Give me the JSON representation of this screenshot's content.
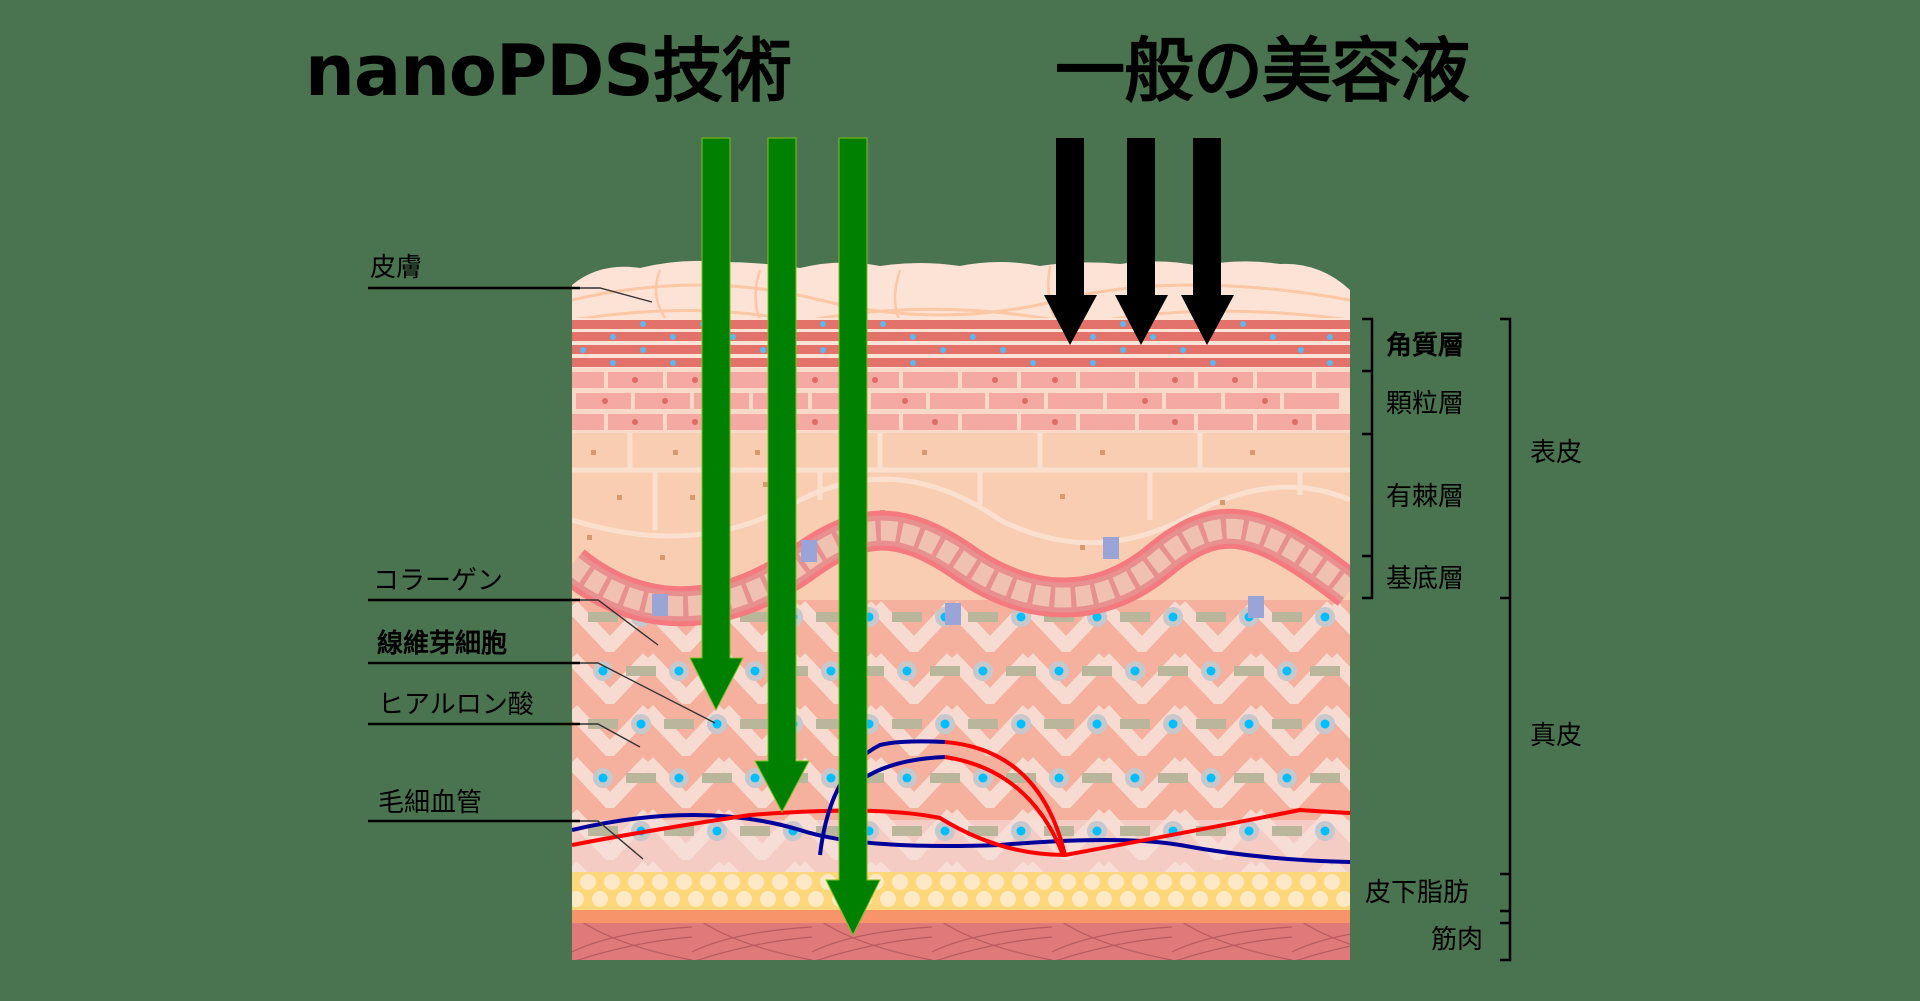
{
  "titles": {
    "left": "nanoPDS技術",
    "right": "一般の美容液"
  },
  "left_labels": [
    {
      "id": "skin",
      "text": "皮膚"
    },
    {
      "id": "collagen",
      "text": "コラーゲン"
    },
    {
      "id": "fibroblast",
      "text": "線維芽細胞"
    },
    {
      "id": "hyaluronic",
      "text": "ヒアルロン酸"
    },
    {
      "id": "capillary",
      "text": "毛細血管"
    }
  ],
  "right_labels": {
    "stratum_corneum": "角質層",
    "stratum_granulosum": "顆粒層",
    "stratum_spinosum": "有棘層",
    "stratum_basale": "基底層",
    "epidermis": "表皮",
    "dermis": "真皮",
    "subcutaneous_fat": "皮下脂肪",
    "muscle": "筋肉"
  },
  "arrows": {
    "nanopds": {
      "color": "#008000",
      "count": 3,
      "depth_targets": [
        "線維芽細胞",
        "毛細血管",
        "筋肉"
      ]
    },
    "general": {
      "color": "#000000",
      "count": 3,
      "depth_targets": [
        "角質層",
        "角質層",
        "角質層"
      ]
    }
  },
  "colors": {
    "background": "#4a7350",
    "surface": "#fde3d6",
    "corneum_brick": "#e3726b",
    "granulosum_brick": "#f4aaa2",
    "spinosum": "#f9cdb2",
    "basal_membrane": "#f47a80",
    "dermis": "#f5b09e",
    "fat": "#fdd77a",
    "fat_cell": "#fde9c6",
    "fascia": "#f7946a",
    "muscle": "#e07a7a",
    "artery": "#ff0000",
    "vein": "#00009a",
    "fibroblast_dot": "#00bfff"
  }
}
